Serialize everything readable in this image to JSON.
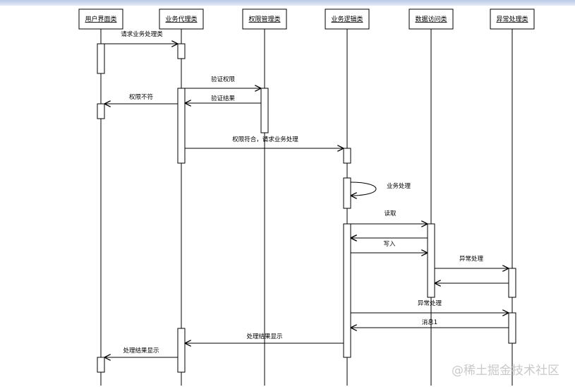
{
  "diagram": {
    "objects": [
      {
        "id": "ui",
        "label": "用户界面类"
      },
      {
        "id": "proxy",
        "label": "业务代理类"
      },
      {
        "id": "perm",
        "label": "权限管理类"
      },
      {
        "id": "logic",
        "label": "业务逻辑类"
      },
      {
        "id": "data",
        "label": "数据访问类"
      },
      {
        "id": "exc",
        "label": "异常处理类"
      }
    ],
    "messages": [
      {
        "from": "ui",
        "to": "proxy",
        "label": "请求业务处理类"
      },
      {
        "from": "proxy",
        "to": "perm",
        "label": "验证权限"
      },
      {
        "from": "perm",
        "to": "proxy",
        "label": "验证结果"
      },
      {
        "from": "proxy",
        "to": "ui",
        "label": "权限不符"
      },
      {
        "from": "proxy",
        "to": "logic",
        "label": "权限符合，请求业务处理"
      },
      {
        "from": "logic",
        "to": "logic",
        "label": "业务处理"
      },
      {
        "from": "logic",
        "to": "data",
        "label": "读取"
      },
      {
        "from": "data",
        "to": "logic",
        "label": ""
      },
      {
        "from": "data",
        "to": "logic",
        "label": "写入"
      },
      {
        "from": "logic",
        "to": "data",
        "label": ""
      },
      {
        "from": "data",
        "to": "exc",
        "label": "异常处理"
      },
      {
        "from": "exc",
        "to": "data",
        "label": ""
      },
      {
        "from": "logic",
        "to": "exc",
        "label": "异常处理"
      },
      {
        "from": "exc",
        "to": "logic",
        "label": "消息1"
      },
      {
        "from": "logic",
        "to": "proxy",
        "label": "处理结果显示"
      },
      {
        "from": "proxy",
        "to": "ui",
        "label": "处理结果显示"
      }
    ]
  },
  "watermark": "@稀土掘金技术社区"
}
